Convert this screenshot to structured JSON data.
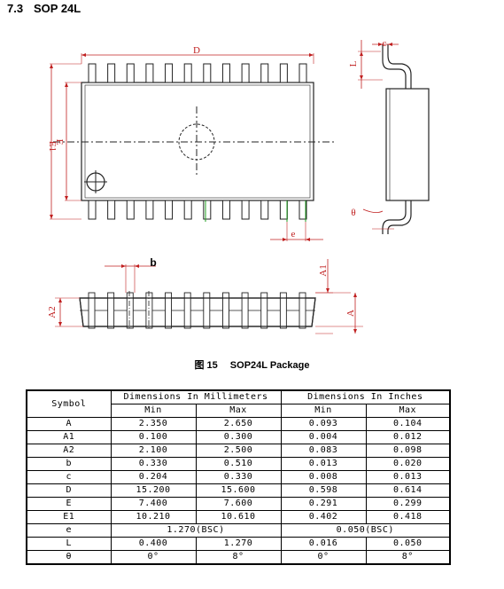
{
  "section": {
    "number": "7.3",
    "title": "SOP 24L"
  },
  "drawing": {
    "labels": {
      "D": "D",
      "E": "E",
      "E1": "E1",
      "e": "e",
      "b": "b",
      "A": "A",
      "A1": "A1",
      "A2": "A2",
      "L": "L",
      "c": "c",
      "theta": "θ"
    },
    "colors": {
      "outline": "#222222",
      "dimension": "#c02020",
      "highlight": "#20a020"
    }
  },
  "caption": {
    "figure": "图 15",
    "text": "SOP24L Package"
  },
  "table": {
    "symbol_header": "Symbol",
    "group_headers": [
      "Dimensions In Millimeters",
      "Dimensions In Inches"
    ],
    "sub_headers": [
      "Min",
      "Max",
      "Min",
      "Max"
    ],
    "rows": [
      {
        "symbol": "A",
        "mm_min": "2.350",
        "mm_max": "2.650",
        "in_min": "0.093",
        "in_max": "0.104"
      },
      {
        "symbol": "A1",
        "mm_min": "0.100",
        "mm_max": "0.300",
        "in_min": "0.004",
        "in_max": "0.012"
      },
      {
        "symbol": "A2",
        "mm_min": "2.100",
        "mm_max": "2.500",
        "in_min": "0.083",
        "in_max": "0.098"
      },
      {
        "symbol": "b",
        "mm_min": "0.330",
        "mm_max": "0.510",
        "in_min": "0.013",
        "in_max": "0.020"
      },
      {
        "symbol": "c",
        "mm_min": "0.204",
        "mm_max": "0.330",
        "in_min": "0.008",
        "in_max": "0.013"
      },
      {
        "symbol": "D",
        "mm_min": "15.200",
        "mm_max": "15.600",
        "in_min": "0.598",
        "in_max": "0.614"
      },
      {
        "symbol": "E",
        "mm_min": "7.400",
        "mm_max": "7.600",
        "in_min": "0.291",
        "in_max": "0.299"
      },
      {
        "symbol": "E1",
        "mm_min": "10.210",
        "mm_max": "10.610",
        "in_min": "0.402",
        "in_max": "0.418"
      },
      {
        "symbol": "e",
        "mm_span": "1.270(BSC)",
        "in_span": "0.050(BSC)"
      },
      {
        "symbol": "L",
        "mm_min": "0.400",
        "mm_max": "1.270",
        "in_min": "0.016",
        "in_max": "0.050"
      },
      {
        "symbol": "θ",
        "mm_min": "0°",
        "mm_max": "8°",
        "in_min": "0°",
        "in_max": "8°"
      }
    ]
  }
}
